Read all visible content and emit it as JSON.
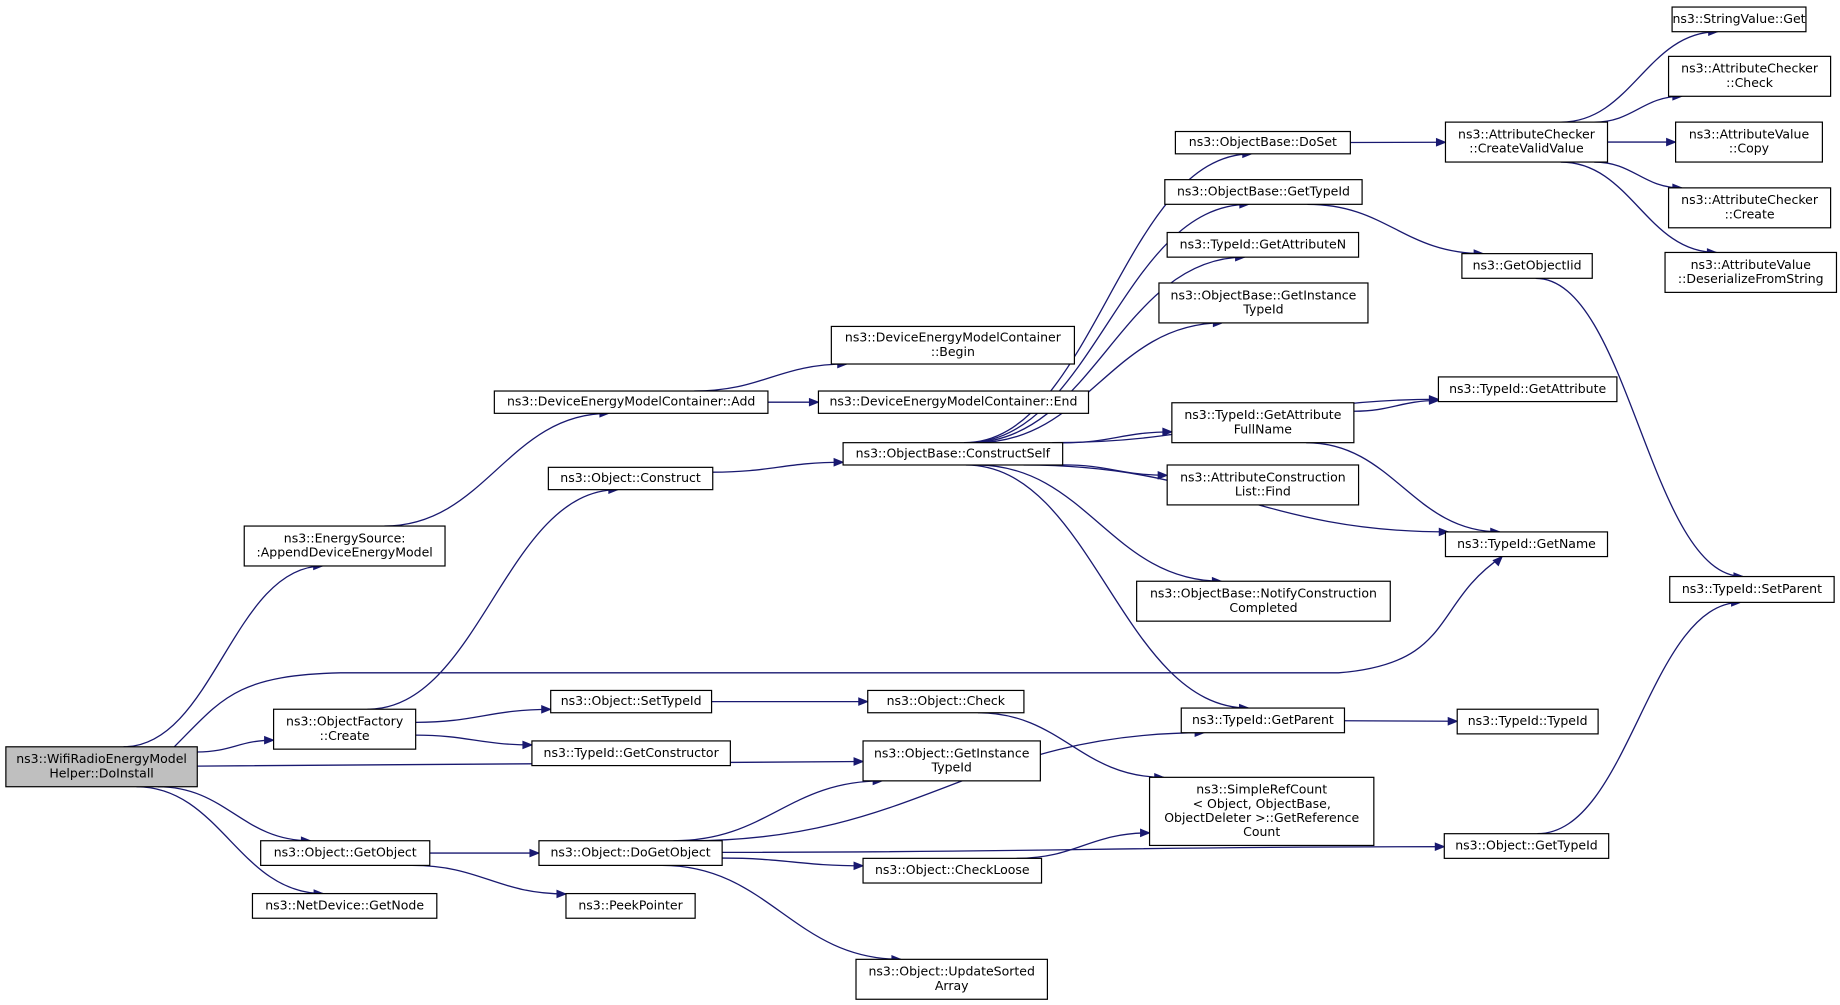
{
  "graph": {
    "nodes": [
      {
        "id": "root",
        "lines": [
          "ns3::WifiRadioEnergyModel",
          "Helper::DoInstall"
        ]
      },
      {
        "id": "appendDEM",
        "lines": [
          "ns3::EnergySource:",
          ":AppendDeviceEnergyModel"
        ]
      },
      {
        "id": "demcAdd",
        "lines": [
          "ns3::DeviceEnergyModelContainer::Add"
        ]
      },
      {
        "id": "demcBegin",
        "lines": [
          "ns3::DeviceEnergyModelContainer",
          "::Begin"
        ]
      },
      {
        "id": "demcEnd",
        "lines": [
          "ns3::DeviceEnergyModelContainer::End"
        ]
      },
      {
        "id": "objConstruct",
        "lines": [
          "ns3::Object::Construct"
        ]
      },
      {
        "id": "constructSelf",
        "lines": [
          "ns3::ObjectBase::ConstructSelf"
        ]
      },
      {
        "id": "doSet",
        "lines": [
          "ns3::ObjectBase::DoSet"
        ]
      },
      {
        "id": "obGetTypeId",
        "lines": [
          "ns3::ObjectBase::GetTypeId"
        ]
      },
      {
        "id": "getAttrN",
        "lines": [
          "ns3::TypeId::GetAttributeN"
        ]
      },
      {
        "id": "obGetInstTid",
        "lines": [
          "ns3::ObjectBase::GetInstance",
          "TypeId"
        ]
      },
      {
        "id": "getAttrFullName",
        "lines": [
          "ns3::TypeId::GetAttribute",
          "FullName"
        ]
      },
      {
        "id": "acListFind",
        "lines": [
          "ns3::AttributeConstruction",
          "List::Find"
        ]
      },
      {
        "id": "notifyCC",
        "lines": [
          "ns3::ObjectBase::NotifyConstruction",
          "Completed"
        ]
      },
      {
        "id": "createValid",
        "lines": [
          "ns3::AttributeChecker",
          "::CreateValidValue"
        ]
      },
      {
        "id": "getObjectIid",
        "lines": [
          "ns3::GetObjectIid"
        ]
      },
      {
        "id": "getAttr",
        "lines": [
          "ns3::TypeId::GetAttribute"
        ]
      },
      {
        "id": "getName",
        "lines": [
          "ns3::TypeId::GetName"
        ]
      },
      {
        "id": "strGet",
        "lines": [
          "ns3::StringValue::Get"
        ]
      },
      {
        "id": "acCheck",
        "lines": [
          "ns3::AttributeChecker",
          "::Check"
        ]
      },
      {
        "id": "avCopy",
        "lines": [
          "ns3::AttributeValue",
          "::Copy"
        ]
      },
      {
        "id": "acCreate",
        "lines": [
          "ns3::AttributeChecker",
          "::Create"
        ]
      },
      {
        "id": "avDeser",
        "lines": [
          "ns3::AttributeValue",
          "::DeserializeFromString"
        ]
      },
      {
        "id": "setParent",
        "lines": [
          "ns3::TypeId::SetParent"
        ]
      },
      {
        "id": "ofCreate",
        "lines": [
          "ns3::ObjectFactory",
          "::Create"
        ]
      },
      {
        "id": "setTypeId",
        "lines": [
          "ns3::Object::SetTypeId"
        ]
      },
      {
        "id": "getCtor",
        "lines": [
          "ns3::TypeId::GetConstructor"
        ]
      },
      {
        "id": "objCheck",
        "lines": [
          "ns3::Object::Check"
        ]
      },
      {
        "id": "getParent",
        "lines": [
          "ns3::TypeId::GetParent"
        ]
      },
      {
        "id": "tidTid",
        "lines": [
          "ns3::TypeId::TypeId"
        ]
      },
      {
        "id": "objGetInstTid",
        "lines": [
          "ns3::Object::GetInstance",
          "TypeId"
        ]
      },
      {
        "id": "srcGetRef",
        "lines": [
          "ns3::SimpleRefCount",
          "< Object, ObjectBase,",
          "ObjectDeleter >::GetReference",
          "Count"
        ]
      },
      {
        "id": "objGetObject",
        "lines": [
          "ns3::Object::GetObject"
        ]
      },
      {
        "id": "doGetObject",
        "lines": [
          "ns3::Object::DoGetObject"
        ]
      },
      {
        "id": "checkLoose",
        "lines": [
          "ns3::Object::CheckLoose"
        ]
      },
      {
        "id": "objGetTypeId",
        "lines": [
          "ns3::Object::GetTypeId"
        ]
      },
      {
        "id": "ndGetNode",
        "lines": [
          "ns3::NetDevice::GetNode"
        ]
      },
      {
        "id": "peekPtr",
        "lines": [
          "ns3::PeekPointer"
        ]
      },
      {
        "id": "updSorted",
        "lines": [
          "ns3::Object::UpdateSorted",
          "Array"
        ]
      }
    ]
  }
}
